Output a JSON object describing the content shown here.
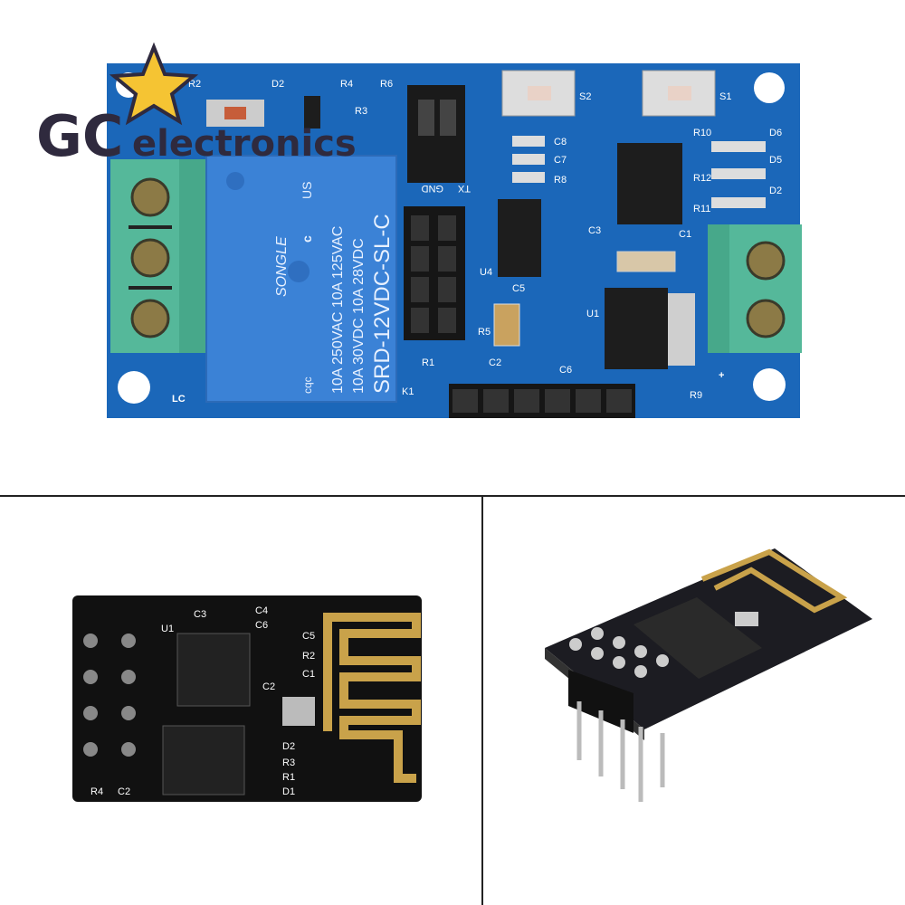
{
  "logo": {
    "mark": "GC",
    "word": "electronics",
    "star_color": "#f5c433"
  },
  "relay_board": {
    "pcb_color": "#1b67b9",
    "relay": {
      "brand": "SONGLE",
      "line1": "10A 250VAC  10A 125VAC",
      "line2": "10A 30VDC  10A 28VDC",
      "model": "SRD-12VDC-SL-C",
      "cert_us": "US",
      "cert_c": "c",
      "cqc": "cqc"
    },
    "header_labels": {
      "tx": "TX",
      "gnd": "GND"
    },
    "silkscreen": [
      "R2",
      "D2",
      "R4",
      "R6",
      "R3",
      "C8",
      "C7",
      "R8",
      "S2",
      "S1",
      "R10",
      "D6",
      "R12",
      "D5",
      "R11",
      "D2",
      "U4",
      "C3",
      "C1",
      "C5",
      "R5",
      "C2",
      "R1",
      "C6",
      "U1",
      "K1",
      "R9",
      "LC",
      "+"
    ]
  },
  "esp01_flat": {
    "pcb_color": "#111111",
    "silkscreen": [
      "C3",
      "U1",
      "C4",
      "C6",
      "C5",
      "R2",
      "C1",
      "C2",
      "D2",
      "R3",
      "R1",
      "D1",
      "R4",
      "C2"
    ]
  },
  "esp01_angled": {
    "pcb_color": "#1c1c22"
  }
}
